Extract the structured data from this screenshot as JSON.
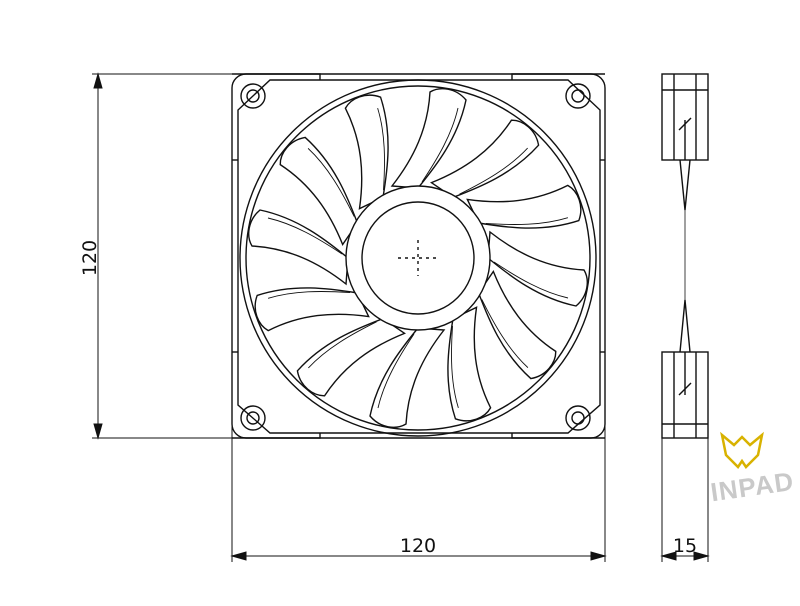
{
  "dimensions": {
    "height": "120",
    "width": "120",
    "depth": "15"
  },
  "watermark": {
    "text": "INPAD",
    "color": "#c9c9c9",
    "accent": "#d8b200"
  },
  "drawing": {
    "stroke_color": "#111111",
    "fan_blade_count": 12
  }
}
